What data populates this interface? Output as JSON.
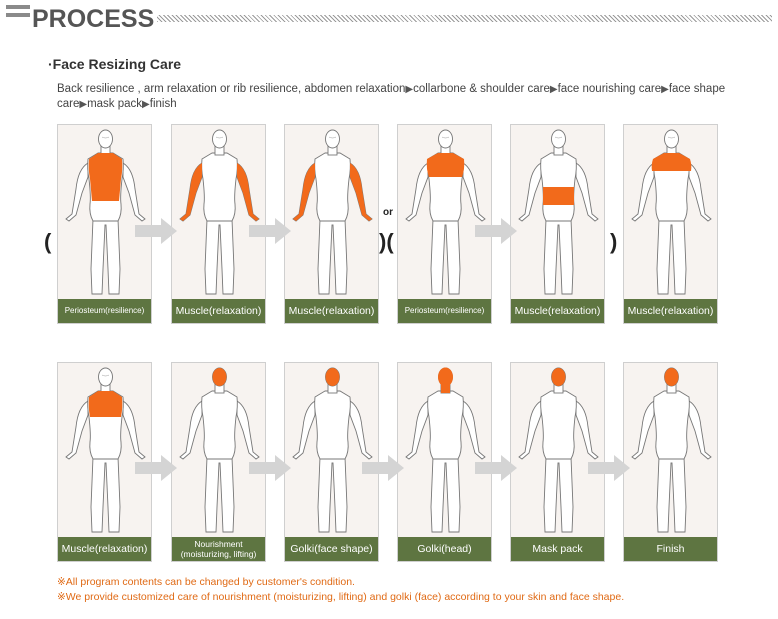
{
  "header": {
    "title": "PROCESS"
  },
  "section": {
    "title": "Face Resizing Care",
    "bullet": "·"
  },
  "description": {
    "parts": [
      "Back resilience , arm relaxation or rib resilience, abdomen relaxation",
      "collarbone & shoulder care",
      "face nourishing care",
      "face shape care",
      "mask pack",
      "finish"
    ],
    "separator": "▶"
  },
  "symbols": {
    "open_paren": "(",
    "close_paren": ")",
    "or": "or",
    "mid": ")("
  },
  "row1": [
    {
      "caption": "Periosteum(resilience)",
      "highlight": "back"
    },
    {
      "caption": "Muscle(relaxation)",
      "highlight": "arms-front"
    },
    {
      "caption": "Muscle(relaxation)",
      "highlight": "arms-back"
    },
    {
      "caption": "Periosteum(resilience)",
      "highlight": "chest"
    },
    {
      "caption": "Muscle(relaxation)",
      "highlight": "abdomen"
    },
    {
      "caption": "Muscle(relaxation)",
      "highlight": "shoulders"
    }
  ],
  "row2": [
    {
      "caption": "Muscle(relaxation)",
      "highlight": "upper-back"
    },
    {
      "caption": "Nourishment\n(moisturizing, lifting)",
      "highlight": "face"
    },
    {
      "caption": "Golki(face shape)",
      "highlight": "face"
    },
    {
      "caption": "Golki(head)",
      "highlight": "head"
    },
    {
      "caption": "Mask pack",
      "highlight": "face"
    },
    {
      "caption": "Finish",
      "highlight": "face"
    }
  ],
  "notes": [
    "※All program contents can be changed by customer's condition.",
    "※We provide customized care of nourishment (moisturizing, lifting) and golki (face) according to your skin and face shape."
  ],
  "colors": {
    "highlight": "#f26a1b",
    "caption_bg": "#5e7541",
    "note": "#e06a15"
  }
}
